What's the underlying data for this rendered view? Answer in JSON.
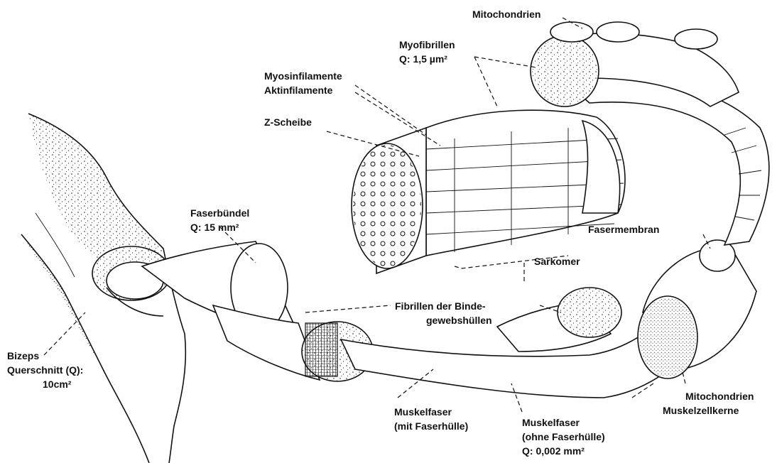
{
  "labels": {
    "mitochondrien_top": "Mitochondrien",
    "myofibrillen_1": "Myofibrillen",
    "myofibrillen_2": "Q: 1,5 µm²",
    "myosin": "Myosinfilamente",
    "aktin": "Aktinfilamente",
    "zscheibe": "Z-Scheibe",
    "sarkomer": "Sarkomer",
    "fasermembran": "Fasermembran",
    "faserbuendel_1": "Faserbündel",
    "faserbuendel_2": "Q: 15 mm²",
    "fibrillen_1": "Fibrillen der Binde-",
    "fibrillen_2": "gewebshüllen",
    "bizeps_1": "Bizeps",
    "bizeps_2": "Querschnitt (Q):",
    "bizeps_3": "10cm²",
    "muskelfaser_mit_1": "Muskelfaser",
    "muskelfaser_mit_2": "(mit Faserhülle)",
    "muskelfaser_ohne_1": "Muskelfaser",
    "muskelfaser_ohne_2": "(ohne Faserhülle)",
    "muskelfaser_ohne_3": "Q: 0,002 mm²",
    "mitochondrien_bottom": "Mitochondrien",
    "muskelzellkerne": "Muskelzellkerne"
  }
}
